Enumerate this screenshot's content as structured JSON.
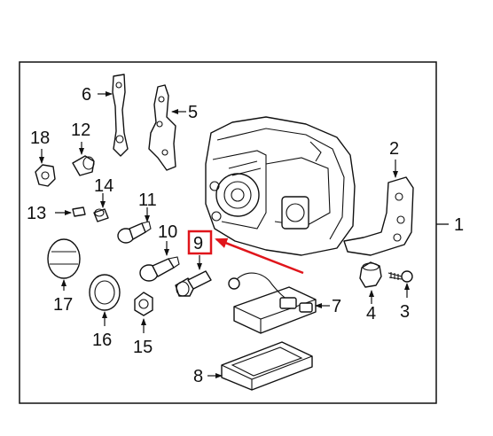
{
  "diagram": {
    "assembly_label": "1",
    "highlight_color": "#e0151b",
    "callouts": [
      {
        "id": "2",
        "label": "2"
      },
      {
        "id": "3",
        "label": "3"
      },
      {
        "id": "4",
        "label": "4"
      },
      {
        "id": "5",
        "label": "5"
      },
      {
        "id": "6",
        "label": "6"
      },
      {
        "id": "7",
        "label": "7"
      },
      {
        "id": "8",
        "label": "8"
      },
      {
        "id": "9",
        "label": "9",
        "highlighted": true
      },
      {
        "id": "10",
        "label": "10"
      },
      {
        "id": "11",
        "label": "11"
      },
      {
        "id": "12",
        "label": "12"
      },
      {
        "id": "13",
        "label": "13"
      },
      {
        "id": "14",
        "label": "14"
      },
      {
        "id": "15",
        "label": "15"
      },
      {
        "id": "16",
        "label": "16"
      },
      {
        "id": "17",
        "label": "17"
      },
      {
        "id": "18",
        "label": "18"
      }
    ]
  }
}
